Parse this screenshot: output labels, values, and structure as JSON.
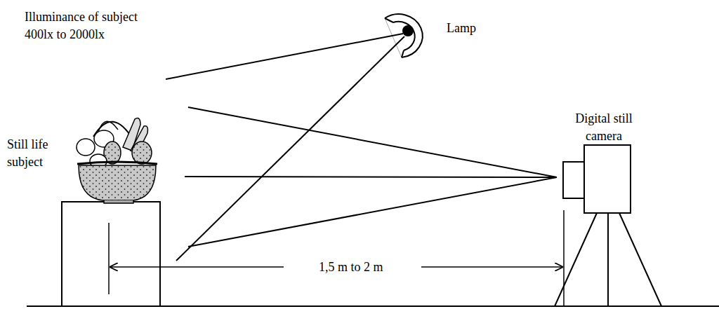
{
  "diagram": {
    "labels": [
      "Illuminance of subject 400lx to 2000lx",
      "Lamp",
      "Digital still camera",
      "Still life subject",
      "1,5 m to 2 m"
    ]
  }
}
